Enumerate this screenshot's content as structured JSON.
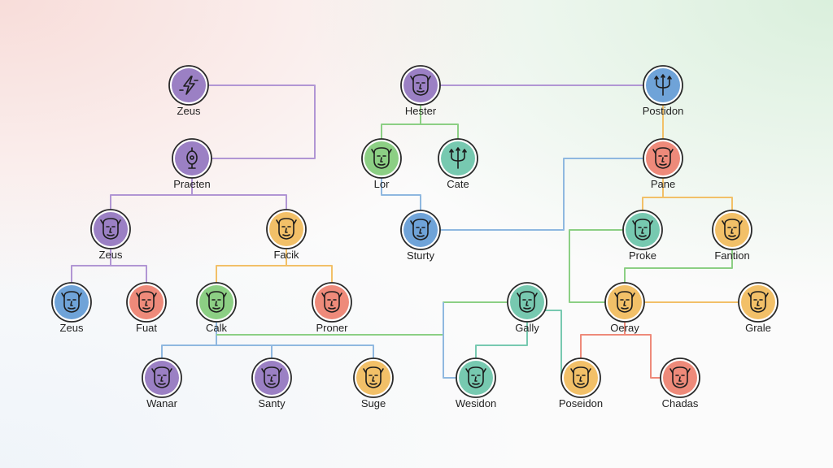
{
  "nodes": [
    {
      "id": "zeus-top",
      "label": "Zeus",
      "color": "#9b80c4",
      "icon": "lightning-icon"
    },
    {
      "id": "praeten",
      "label": "Praeten",
      "color": "#9b80c4",
      "icon": "lyre-icon"
    },
    {
      "id": "zeus-mid",
      "label": "Zeus",
      "color": "#9b80c4",
      "icon": "face-icon"
    },
    {
      "id": "facik",
      "label": "Facik",
      "color": "#f2c068",
      "icon": "face-icon"
    },
    {
      "id": "zeus-low",
      "label": "Zeus",
      "color": "#6fa3d8",
      "icon": "face-icon"
    },
    {
      "id": "fuat",
      "label": "Fuat",
      "color": "#ee8a7a",
      "icon": "face-icon"
    },
    {
      "id": "calk",
      "label": "Calk",
      "color": "#8ccf84",
      "icon": "face-icon"
    },
    {
      "id": "proner",
      "label": "Proner",
      "color": "#ee8a7a",
      "icon": "face-icon"
    },
    {
      "id": "wanar",
      "label": "Wanar",
      "color": "#9b80c4",
      "icon": "face-icon"
    },
    {
      "id": "santy",
      "label": "Santy",
      "color": "#9b80c4",
      "icon": "face-icon"
    },
    {
      "id": "suge",
      "label": "Suge",
      "color": "#f2c068",
      "icon": "face-icon"
    },
    {
      "id": "hester",
      "label": "Hester",
      "color": "#9b80c4",
      "icon": "face-icon"
    },
    {
      "id": "lor",
      "label": "Lor",
      "color": "#8ccf84",
      "icon": "face-icon"
    },
    {
      "id": "cate",
      "label": "Cate",
      "color": "#77c9b0",
      "icon": "trident-icon"
    },
    {
      "id": "sturty",
      "label": "Sturty",
      "color": "#6fa3d8",
      "icon": "face-icon"
    },
    {
      "id": "gally",
      "label": "Gally",
      "color": "#77c9b0",
      "icon": "face-icon"
    },
    {
      "id": "wesidon",
      "label": "Wesidon",
      "color": "#77c9b0",
      "icon": "face-icon"
    },
    {
      "id": "poseidon",
      "label": "Poseidon",
      "color": "#f2c068",
      "icon": "face-icon"
    },
    {
      "id": "postidon",
      "label": "Postidon",
      "color": "#6fa3d8",
      "icon": "trident-icon"
    },
    {
      "id": "pane",
      "label": "Pane",
      "color": "#ee8a7a",
      "icon": "face-icon"
    },
    {
      "id": "proke",
      "label": "Proke",
      "color": "#77c9b0",
      "icon": "face-icon"
    },
    {
      "id": "fantion",
      "label": "Fantion",
      "color": "#f2c068",
      "icon": "face-icon"
    },
    {
      "id": "oeray",
      "label": "Oeray",
      "color": "#f2c068",
      "icon": "face-icon"
    },
    {
      "id": "grale",
      "label": "Grale",
      "color": "#f2c068",
      "icon": "face-icon"
    },
    {
      "id": "chadas",
      "label": "Chadas",
      "color": "#ee8a7a",
      "icon": "face-icon"
    }
  ],
  "edges": [
    {
      "from": "zeus-top",
      "to": "praeten",
      "color": "#b196d4"
    },
    {
      "from": "praeten",
      "to": "zeus-mid",
      "color": "#b196d4"
    },
    {
      "from": "praeten",
      "to": "facik",
      "color": "#b196d4"
    },
    {
      "from": "zeus-mid",
      "to": "zeus-low",
      "color": "#b196d4"
    },
    {
      "from": "zeus-mid",
      "to": "fuat",
      "color": "#b196d4"
    },
    {
      "from": "facik",
      "to": "calk",
      "color": "#f2c068"
    },
    {
      "from": "facik",
      "to": "proner",
      "color": "#f2c068"
    },
    {
      "from": "calk",
      "to": "wanar",
      "color": "#8fb8e0"
    },
    {
      "from": "calk",
      "to": "santy",
      "color": "#8fb8e0"
    },
    {
      "from": "calk",
      "to": "suge",
      "color": "#8fb8e0"
    },
    {
      "from": "hester",
      "to": "postidon",
      "color": "#b196d4"
    },
    {
      "from": "hester",
      "to": "lor",
      "color": "#8ccf84"
    },
    {
      "from": "hester",
      "to": "cate",
      "color": "#8ccf84"
    },
    {
      "from": "lor",
      "to": "sturty",
      "color": "#8fb8e0"
    },
    {
      "from": "sturty",
      "to": "pane",
      "color": "#8fb8e0"
    },
    {
      "from": "postidon",
      "to": "pane",
      "color": "#f2c068"
    },
    {
      "from": "pane",
      "to": "proke",
      "color": "#f2c068"
    },
    {
      "from": "pane",
      "to": "fantion",
      "color": "#f2c068"
    },
    {
      "from": "proke",
      "to": "oeray",
      "color": "#8ccf84"
    },
    {
      "from": "fantion",
      "to": "oeray",
      "color": "#8ccf84"
    },
    {
      "from": "oeray",
      "to": "grale",
      "color": "#f2c068"
    },
    {
      "from": "oeray",
      "to": "poseidon",
      "color": "#ee8a7a"
    },
    {
      "from": "oeray",
      "to": "chadas",
      "color": "#ee8a7a"
    },
    {
      "from": "gally",
      "to": "wesidon",
      "color": "#77c9b0"
    },
    {
      "from": "gally",
      "to": "poseidon",
      "color": "#77c9b0"
    },
    {
      "from": "calk",
      "to": "gally",
      "color": "#8ccf84"
    },
    {
      "from": "wesidon",
      "to": "postidon",
      "color": "#8fb8e0"
    }
  ]
}
